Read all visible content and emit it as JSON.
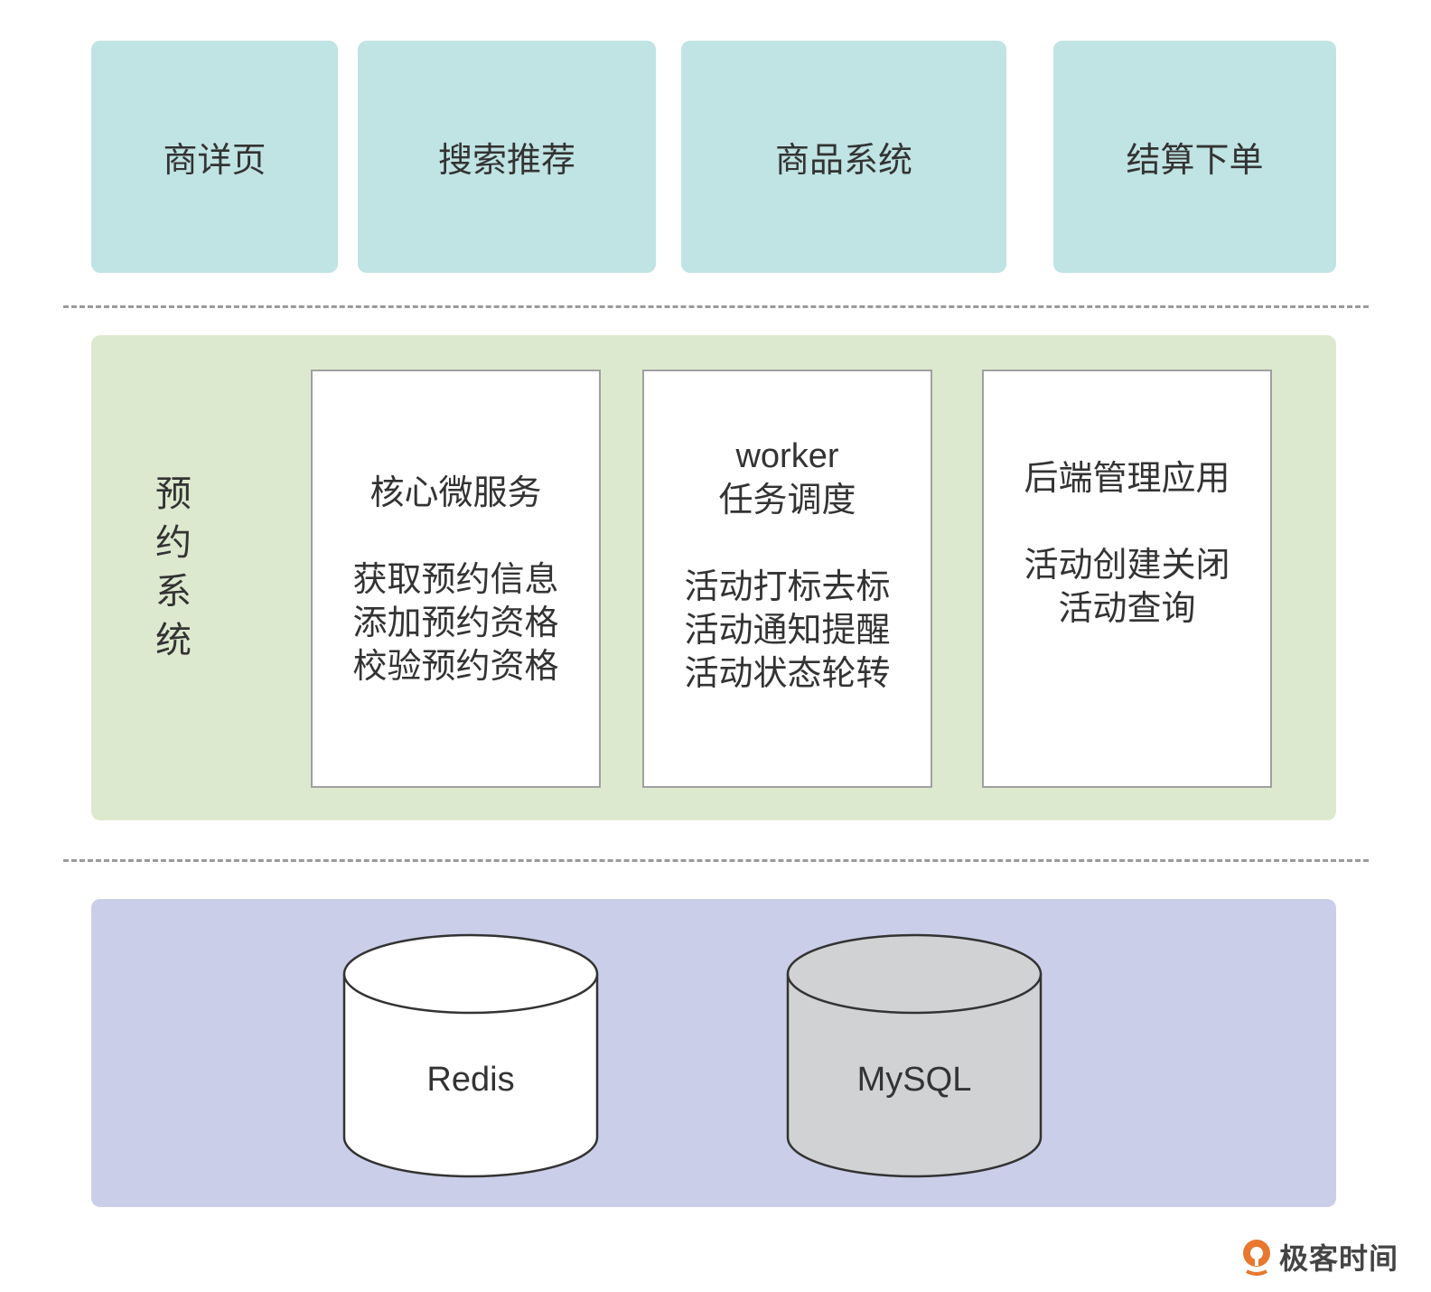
{
  "top_layer": {
    "items": [
      {
        "label": "商详页"
      },
      {
        "label": "搜索推荐"
      },
      {
        "label": "商品系统"
      },
      {
        "label": "结算下单"
      }
    ],
    "color": "#c0e3e3"
  },
  "reservation_system": {
    "label": "预约系统",
    "color": "#dde9cf",
    "services": [
      {
        "title_lines": [
          "核心微服务"
        ],
        "functions": [
          "获取预约信息",
          "添加预约资格",
          "校验预约资格"
        ]
      },
      {
        "title_lines": [
          "worker",
          "任务调度"
        ],
        "functions": [
          "活动打标去标",
          "活动通知提醒",
          "活动状态轮转"
        ]
      },
      {
        "title_lines": [
          "后端管理应用"
        ],
        "functions": [
          "活动创建关闭",
          "活动查询"
        ]
      }
    ]
  },
  "storage_layer": {
    "color": "#cacee9",
    "databases": [
      {
        "label": "Redis",
        "fill": "#ffffff"
      },
      {
        "label": "MySQL",
        "fill": "#d1d2d4"
      }
    ]
  },
  "watermark": {
    "text": "极客时间",
    "icon": "geektime-logo-icon",
    "icon_color": "#e8782f"
  }
}
